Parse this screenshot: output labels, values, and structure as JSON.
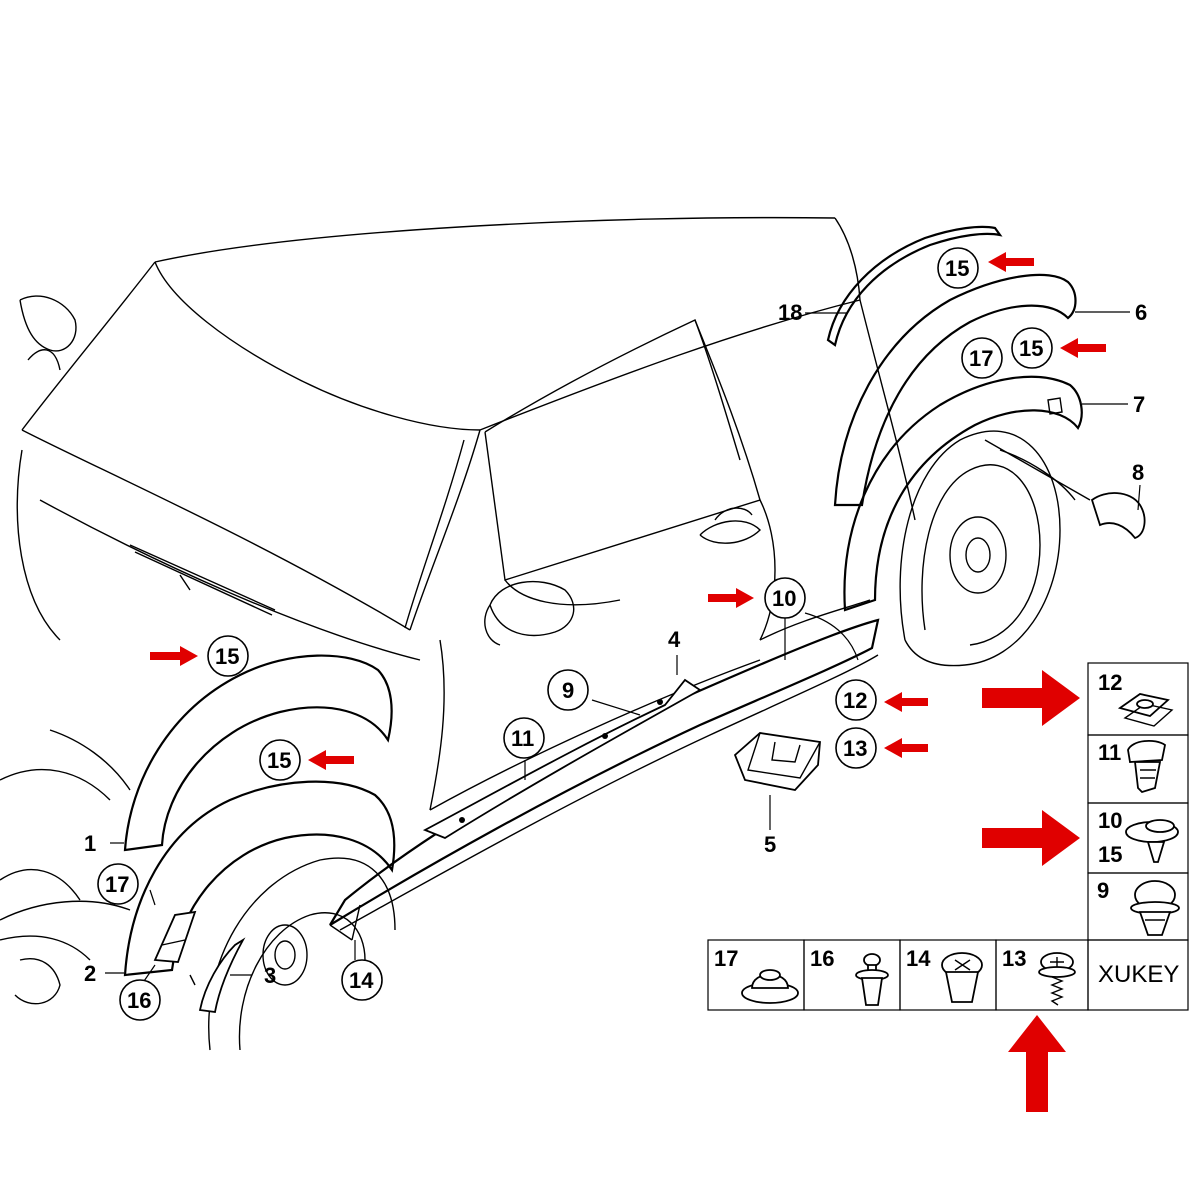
{
  "callouts": {
    "c1": "1",
    "c2": "2",
    "c3": "3",
    "c4": "4",
    "c5": "5",
    "c6": "6",
    "c7": "7",
    "c8": "8",
    "c9": "9",
    "c10": "10",
    "c11": "11",
    "c12": "12",
    "c13": "13",
    "c14": "14",
    "c15a": "15",
    "c15b": "15",
    "c15c": "15",
    "c15d": "15",
    "c16": "16",
    "c17a": "17",
    "c17b": "17",
    "c18": "18"
  },
  "legend": {
    "c12": "12",
    "c11": "11",
    "c10": "10",
    "c15": "15",
    "c9": "9",
    "c17": "17",
    "c16": "16",
    "c14": "14",
    "c13": "13",
    "brand": "XUKEY"
  },
  "colors": {
    "arrow": "#e00000",
    "line": "#000000",
    "background": "#ffffff"
  }
}
